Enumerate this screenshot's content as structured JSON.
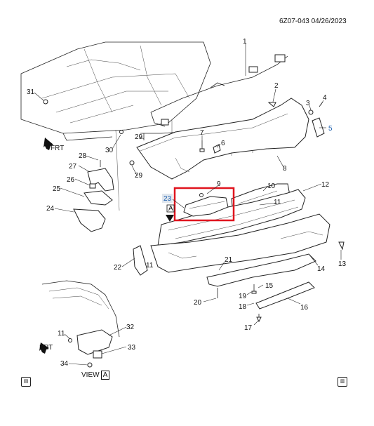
{
  "header": {
    "doc_id": "6Z07-043",
    "date": "04/26/2023"
  },
  "callouts": [
    "1",
    "2",
    "3",
    "4",
    "5",
    "6",
    "7",
    "8",
    "9",
    "10",
    "11",
    "12",
    "13",
    "14",
    "15",
    "16",
    "17",
    "18",
    "19",
    "20",
    "21",
    "22",
    "23",
    "24",
    "25",
    "26",
    "27",
    "28",
    "29",
    "30",
    "31",
    "32",
    "33",
    "34"
  ],
  "highlighted_callout": "23",
  "fwd_label": "FRT",
  "ref_marker": "A",
  "view_label": {
    "text": "VIEW",
    "marker": "A"
  },
  "colors": {
    "highlight_box": "#e0141e",
    "highlight_callout": "#1d5fae"
  },
  "icons": {
    "bottom_left": "document-icon",
    "bottom_right": "book-icon"
  }
}
